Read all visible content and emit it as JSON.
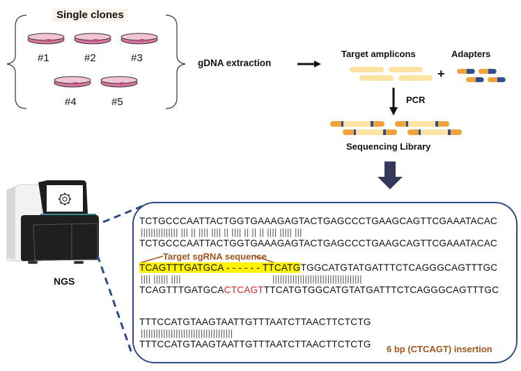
{
  "top_left": {
    "title": "Single clones",
    "clones": [
      "#1",
      "#2",
      "#3",
      "#4",
      "#5"
    ]
  },
  "steps": {
    "gdna": "gDNA extraction",
    "amplicons": "Target amplicons",
    "adapters": "Adapters",
    "plus": "+",
    "pcr": "PCR",
    "library": "Sequencing Library",
    "ngs": "NGS"
  },
  "alignment": {
    "row1_ref": "TCTGCCCAATTACTGGTGAAAGAGTACTGAGCCCTGAAGCAGTTCGAAATACAC",
    "row1_bars": "||||||||||||||| ||| || |||| |||| || |||| || || || |||| ||||| |||",
    "row1_query": "TCTGCCCAATTACTGGTGAAAGAGTACTGAGCCCTGAAGCAGTTCGAAATACAC",
    "sgrna_label": "Target sgRNA sequence",
    "row2_ref_hl_a": "TCAGTTTGATGCA",
    "row2_ref_gap": " - - - - - - ",
    "row2_ref_hl_b": "TTCATG",
    "row2_ref_rest": "TGGCATGTATGATTTCTCAGGGCAGTTTGC",
    "row2_bars_left": "|||| |||||| ||||",
    "row2_bars_right": "||||||||||||||||||||||||||||||||||||",
    "row2_query_a": "TCAGTTTGATGCA",
    "row2_query_ins": "CTCAGT",
    "row2_query_b": "TTCATGTGGCATGTATGATTTCTCAGGGCAGTTTGC",
    "row3_ref": "TTTCCATGTAAGTAATTGTTTAATCTTAACTTCTCTG",
    "row3_bars": "|||||||||||||||||||||||||||||||||||||",
    "row3_query": "TTTCCATGTAAGTAATTGTTTAATCTTAACTTCTCTG",
    "insertion_note": "6 bp (CTCAGT) insertion"
  },
  "colors": {
    "dish_pink": "#d9759f",
    "amplicon": "#fde3a3",
    "adapter_orange": "#f0a23c",
    "adapter_blue": "#2f4d8f",
    "frame_blue": "#2b4a86",
    "arrow_navy": "#34395a",
    "highlight": "#fff200",
    "insertion_red": "#d42a2a",
    "annotation_brown": "#a0551f"
  }
}
